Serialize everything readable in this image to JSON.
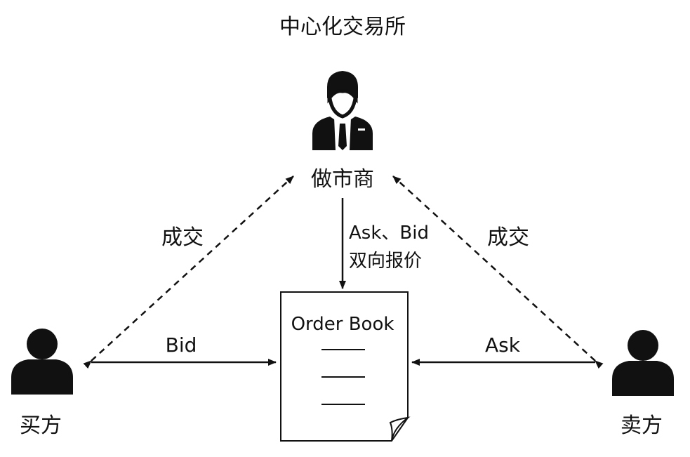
{
  "title": "中心化交易所",
  "market_maker": {
    "label": "做市商",
    "icon": "businessman-icon"
  },
  "buyer": {
    "label": "买方",
    "icon": "person-icon"
  },
  "seller": {
    "label": "卖方",
    "icon": "person-icon"
  },
  "order_book": {
    "label": "Order Book",
    "icon": "document-icon"
  },
  "edges": {
    "buyer_trade": "成交",
    "seller_trade": "成交",
    "quote_line1": "Ask、Bid",
    "quote_line2": "双向报价",
    "bid": "Bid",
    "ask": "Ask"
  },
  "colors": {
    "ink": "#111111",
    "background": "#ffffff"
  }
}
